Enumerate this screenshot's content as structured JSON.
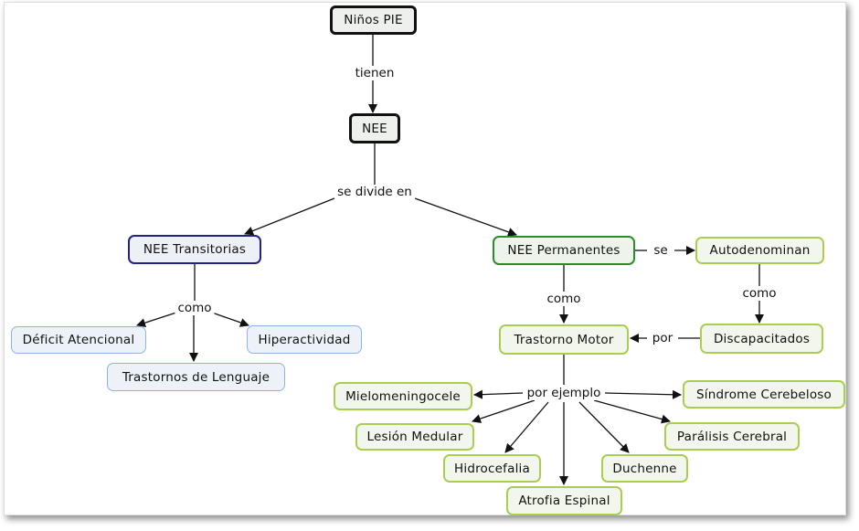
{
  "nodes": {
    "ninos_pie": "Niños PIE",
    "nee": "NEE",
    "nee_transitorias": "NEE Transitorias",
    "nee_permanentes": "NEE Permanentes",
    "autodenominan": "Autodenominan",
    "discapacitados": "Discapacitados",
    "trastorno_motor": "Trastorno Motor",
    "deficit_atencional": "Déficit Atencional",
    "hiperactividad": "Hiperactividad",
    "trastornos_lenguaje": "Trastornos de Lenguaje",
    "mielomeningocele": "Mielomeningocele",
    "sindrome_cerebeloso": "Síndrome Cerebeloso",
    "lesion_medular": "Lesión Medular",
    "paralisis_cerebral": "Parálisis Cerebral",
    "hidrocefalia": "Hidrocefalia",
    "duchenne": "Duchenne",
    "atrofia_espinal": "Atrofia Espinal"
  },
  "links": {
    "tienen": "tienen",
    "se_divide_en": "se divide en",
    "como_trans": "como",
    "se": "se",
    "como_perm": "como",
    "como_auto": "como",
    "por": "por",
    "por_ejemplo": "por ejemplo"
  },
  "colors": {
    "core_border": "#111111",
    "transitorias_border": "#24237f",
    "permanentes_border": "#2e8b2e",
    "light_blue_border": "#8fb4e0",
    "light_green_border": "#a8cf52"
  }
}
